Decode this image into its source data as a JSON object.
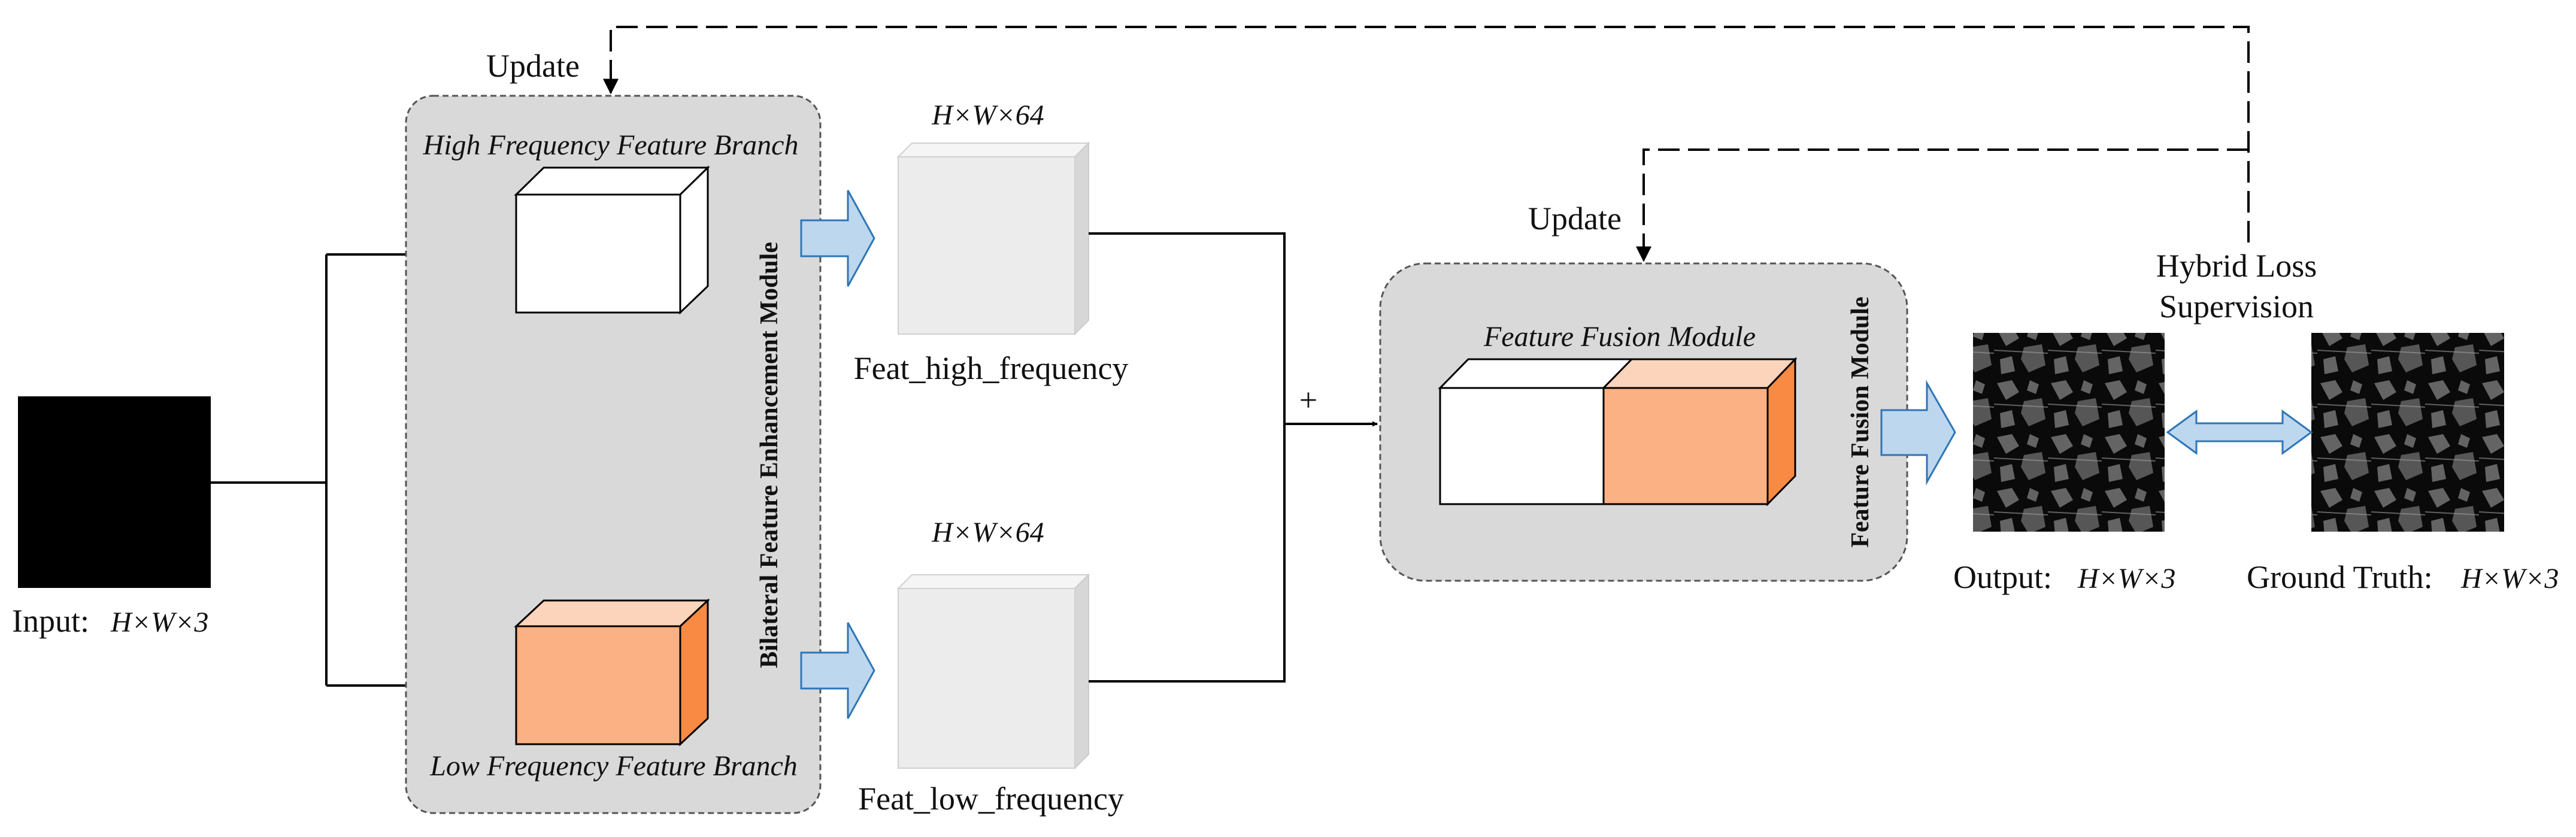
{
  "input": {
    "label": "Input:",
    "dims": "H×W×3"
  },
  "bfem": {
    "high_branch_title": "High Frequency Feature Branch",
    "low_branch_title": "Low Frequency Feature Branch",
    "module_label": "Bilateral Feature Enhancement Module",
    "update_label": "Update"
  },
  "features": {
    "high_dims": "H×W×64",
    "high_name": "Feat_high_frequency",
    "low_dims": "H×W×64",
    "low_name": "Feat_low_frequency",
    "sum_symbol": "+"
  },
  "ffm": {
    "title": "Feature Fusion Module",
    "side_label": "Feature Fusion Module",
    "update_label": "Update"
  },
  "loss": {
    "line1": "Hybrid Loss",
    "line2": "Supervision"
  },
  "output": {
    "label": "Output:",
    "dims": "H×W×3"
  },
  "ground_truth": {
    "label": "Ground Truth:",
    "dims": "H×W×3"
  },
  "colors": {
    "module_fill": "#d9d9d9",
    "orange_front": "#fbb183",
    "orange_top": "#fcd4bb",
    "orange_side": "#f98a43",
    "arrow_fill": "#bdd7ee",
    "arrow_stroke": "#2e75b6"
  }
}
